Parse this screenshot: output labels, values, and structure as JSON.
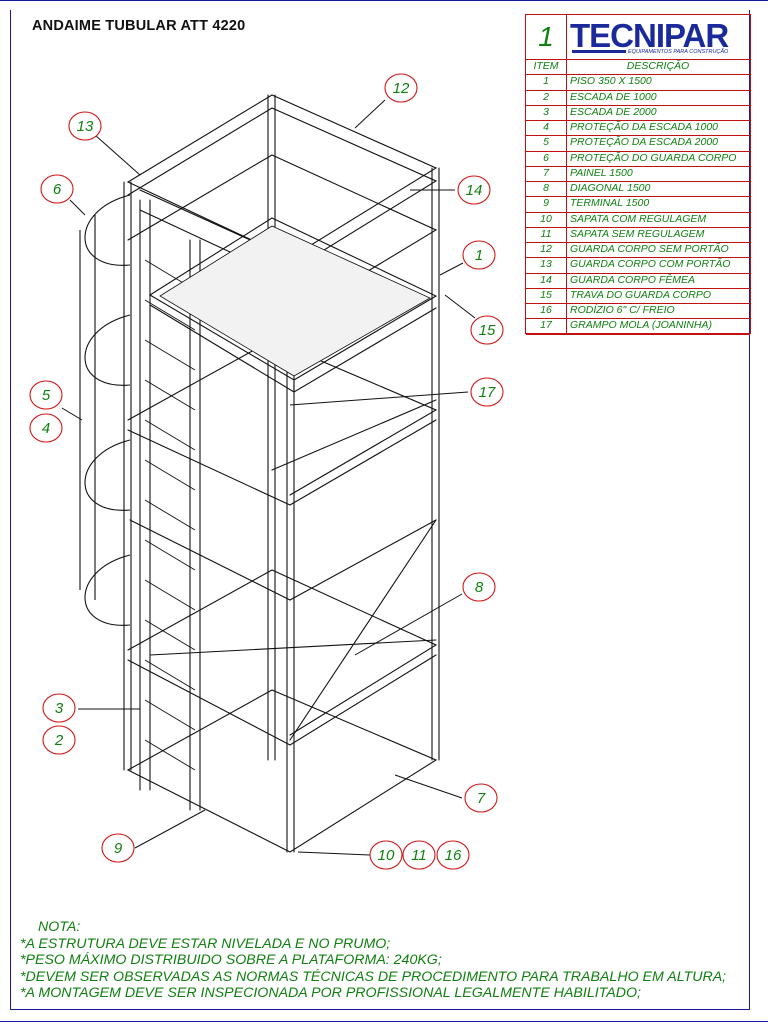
{
  "title": "ANDAIME TUBULAR ATT 4220",
  "sheet_number": "1",
  "logo": {
    "name": "TECNIPAR",
    "tagline": "EQUIPAMENTOS PARA CONSTRUÇÃO"
  },
  "table": {
    "headers": {
      "item": "ITEM",
      "description": "DESCRIÇÃO"
    },
    "rows": [
      {
        "item": "1",
        "desc": "PISO 350 X 1500"
      },
      {
        "item": "2",
        "desc": "ESCADA DE 1000"
      },
      {
        "item": "3",
        "desc": "ESCADA DE 2000"
      },
      {
        "item": "4",
        "desc": "PROTEÇÃO DA ESCADA 1000"
      },
      {
        "item": "5",
        "desc": "PROTEÇÃO DA ESCADA 2000"
      },
      {
        "item": "6",
        "desc": "PROTEÇÃO DO GUARDA CORPO"
      },
      {
        "item": "7",
        "desc": "PAINEL 1500"
      },
      {
        "item": "8",
        "desc": "DIAGONAL 1500"
      },
      {
        "item": "9",
        "desc": "TERMINAL 1500"
      },
      {
        "item": "10",
        "desc": "SAPATA COM REGULAGEM"
      },
      {
        "item": "11",
        "desc": "SAPATA SEM REGULAGEM"
      },
      {
        "item": "12",
        "desc": "GUARDA CORPO SEM PORTÃO"
      },
      {
        "item": "13",
        "desc": "GUARDA CORPO COM PORTÃO"
      },
      {
        "item": "14",
        "desc": "GUARDA CORPO FÊMEA"
      },
      {
        "item": "15",
        "desc": "TRAVA DO GUARDA CORPO"
      },
      {
        "item": "16",
        "desc": "RODÍZIO 6\" C/ FREIO"
      },
      {
        "item": "17",
        "desc": "GRAMPO MOLA (JOANINHA)"
      }
    ]
  },
  "callouts": [
    "12",
    "13",
    "6",
    "14",
    "1",
    "15",
    "5",
    "4",
    "17",
    "8",
    "3",
    "2",
    "7",
    "9",
    "10",
    "11",
    "16"
  ],
  "notes": {
    "heading": "NOTA:",
    "lines": [
      "*A ESTRUTURA DEVE ESTAR NIVELADA E NO PRUMO;",
      "*PESO MÁXIMO DISTRIBUIDO SOBRE A PLATAFORMA: 240KG;",
      "*DEVEM SER OBSERVADAS AS NORMAS TÉCNICAS DE PROCEDIMENTO PARA TRABALHO EM ALTURA;",
      "*A MONTAGEM DEVE SER INSPECIONADA POR PROFISSIONAL LEGALMENTE HABILITADO;"
    ]
  },
  "colors": {
    "frame": "#1a1aa0",
    "table_lines": "#c01010",
    "text_green": "#108010",
    "bubble": "#d01818",
    "logo": "#1a2a9a"
  }
}
